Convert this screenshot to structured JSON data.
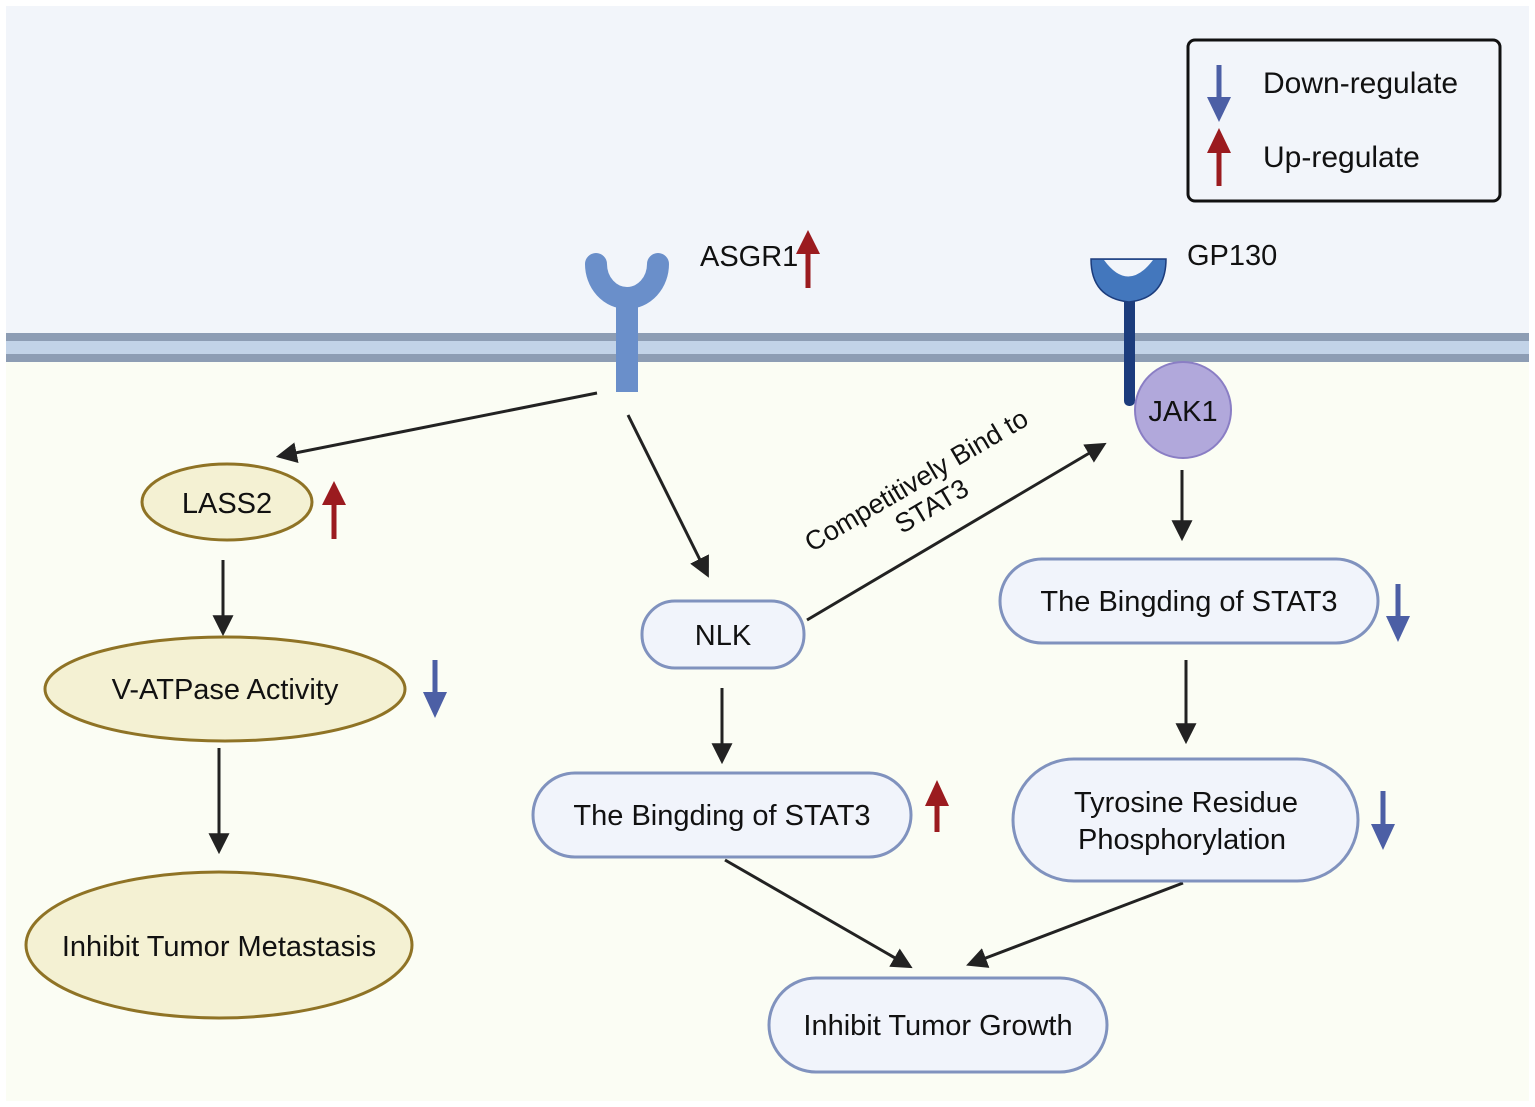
{
  "legend": {
    "down_label": "Down-regulate",
    "up_label": "Up-regulate"
  },
  "colors": {
    "extracellular_bg": "#f2f5fa",
    "intracellular_bg": "#fbfdf4",
    "membrane_outer": "#8d9db4",
    "membrane_inner": "#c2d3e8",
    "up_arrow": "#9b1b1f",
    "down_arrow": "#4c5fa5",
    "pathway_arrow": "#222222",
    "asgr1_receptor": "#6a8fca",
    "gp130_head": "#4377bd",
    "gp130_stem": "#1c3c7c",
    "jak1_fill": "#b1a8db",
    "jak1_stroke": "#8a7ec4",
    "ellipse_fill": "#f4f1d3",
    "ellipse_stroke": "#8f7325",
    "pill_fill": "#f1f4fb",
    "pill_stroke": "#8092be"
  },
  "receptors": {
    "asgr1": {
      "label": "ASGR1",
      "regulation": "up"
    },
    "gp130": {
      "label": "GP130"
    },
    "jak1": {
      "label": "JAK1"
    }
  },
  "nodes": {
    "lass2": {
      "label": "LASS2",
      "regulation": "up"
    },
    "vatpase": {
      "label": "V-ATPase Activity",
      "regulation": "down"
    },
    "metastasis": {
      "label": "Inhibit Tumor Metastasis"
    },
    "nlk": {
      "label": "NLK"
    },
    "stat3_left": {
      "label": "The Bingding of STAT3",
      "regulation": "up"
    },
    "stat3_right": {
      "label": "The Bingding of STAT3",
      "regulation": "down"
    },
    "tyrosine": {
      "line1": "Tyrosine Residue",
      "line2": "Phosphorylation",
      "regulation": "down"
    },
    "growth": {
      "label": "Inhibit Tumor Growth"
    }
  },
  "edges": {
    "competitive_label_line1": "Competitively Bind to",
    "competitive_label_line2": "STAT3"
  }
}
